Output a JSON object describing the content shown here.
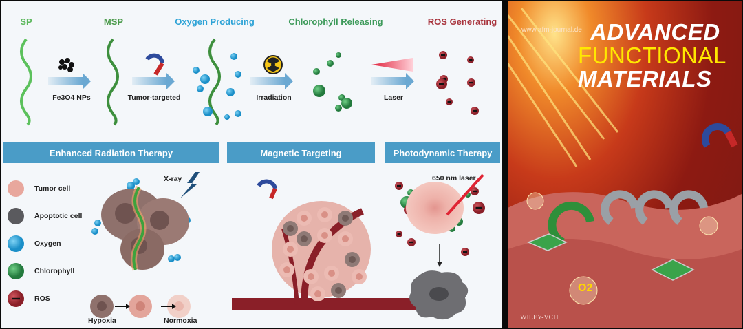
{
  "process": {
    "stages": [
      "SP",
      "MSP",
      "Oxygen Producing",
      "Chlorophyll Releasing",
      "ROS Generating"
    ],
    "stage_colors": [
      "#5cb85c",
      "#4a9a4a",
      "#2ea3d6",
      "#3d9a5a",
      "#a8333c"
    ],
    "steps": [
      "Fe3O4 NPs",
      "Tumor-targeted",
      "Irradiation",
      "Laser"
    ]
  },
  "panels": {
    "radiation": {
      "title": "Enhanced Radiation Therapy",
      "xray": "X-ray",
      "hypoxia": "Hypoxia",
      "normoxia": "Normoxia"
    },
    "magnetic": {
      "title": "Magnetic Targeting"
    },
    "photodynamic": {
      "title": "Photodynamic Therapy",
      "laser": "650 nm laser"
    }
  },
  "legend": [
    {
      "label": "Tumor cell",
      "icon": "tumor-cell-icon"
    },
    {
      "label": "Apoptotic cell",
      "icon": "apoptotic-cell-icon"
    },
    {
      "label": "Oxygen",
      "icon": "oxygen-icon"
    },
    {
      "label": "Chlorophyll",
      "icon": "chlorophyll-icon"
    },
    {
      "label": "ROS",
      "icon": "ros-icon"
    }
  ],
  "cover": {
    "url": "www.afm-journal.de",
    "title_1": "ADVANCED",
    "title_2": "FUNCTIONAL",
    "title_3": "MATERIALS",
    "publisher": "WILEY-VCH",
    "o2": "O2"
  }
}
